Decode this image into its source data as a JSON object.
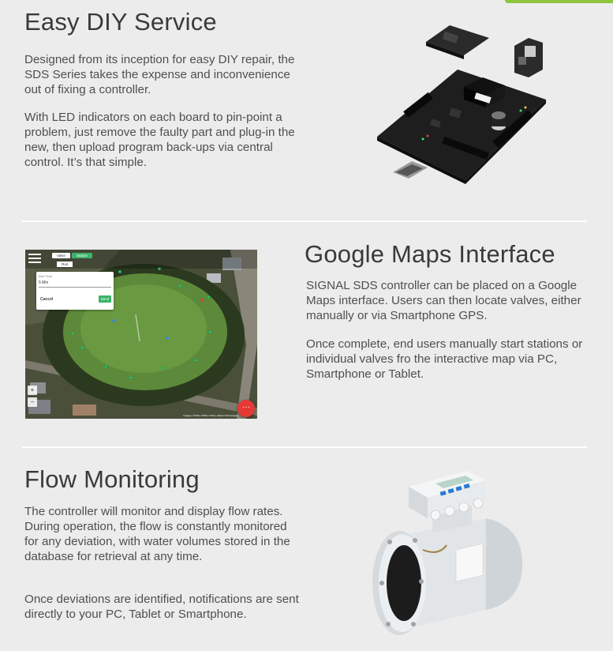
{
  "sections": [
    {
      "heading": "Easy DIY Service",
      "paragraphs": [
        "Designed from its inception for easy DIY repair, the SDS Series takes the expense and inconvenience out of fixing a controller.",
        "With LED indicators on each board to pin-point a problem, just remove the faulty part and plug-in the new, then upload program back-ups via central control. It’s that simple."
      ]
    },
    {
      "heading": "Google Maps Interface",
      "paragraphs": [
        "SIGNAL SDS controller can be placed on a Google Maps interface. Users can then locate valves, either manually or via Smartphone GPS.",
        "Once complete, end users manually start stations or individual valves fro the interactive map via PC, Smartphone or Tablet."
      ]
    },
    {
      "heading": "Flow Monitoring",
      "paragraphs": [
        "The controller will monitor and display flow rates. During operation, the flow is constantly monitored for any deviation, with water volumes stored in the database for retrieval at any time.",
        "Once deviations are identified, notifications are sent directly to your PC, Tablet or Smartphone."
      ]
    }
  ],
  "map_screenshot": {
    "tabs": [
      "Valve",
      "Station"
    ],
    "run_label": "Run",
    "dialog": {
      "title": "Run Time",
      "value": "5 Min",
      "cancel": "Cancel",
      "send": "Send"
    },
    "fab_icon": "more-icon",
    "credit": "Imagery ©2019, CNES / Airbus, Maxar Technologies",
    "zoom_in": "+",
    "zoom_out": "−"
  },
  "colors": {
    "background": "#ececec",
    "accent": "#8fc63f",
    "divider": "#ffffff",
    "text": "#4f4f4f",
    "heading": "#3a3a3a",
    "map_button_green": "#3bb36a",
    "map_fab_red": "#e53935"
  }
}
